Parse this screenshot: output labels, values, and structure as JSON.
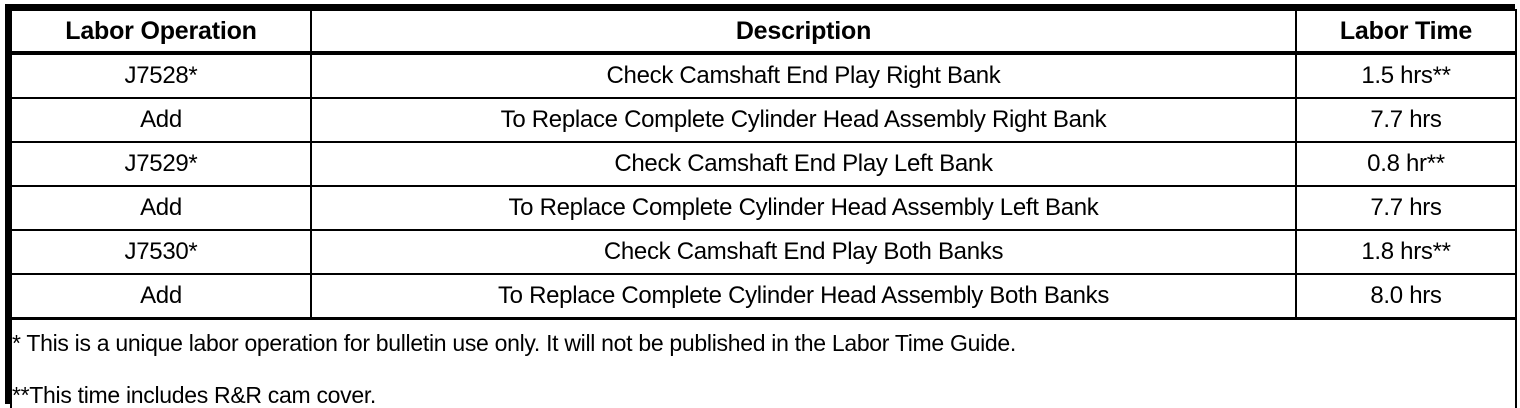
{
  "table": {
    "columns": [
      {
        "key": "labor_operation",
        "header": "Labor Operation"
      },
      {
        "key": "description",
        "header": "Description"
      },
      {
        "key": "labor_time",
        "header": "Labor Time"
      }
    ],
    "rows": [
      {
        "labor_operation": "J7528*",
        "description": "Check Camshaft End Play Right Bank",
        "labor_time": "1.5 hrs**"
      },
      {
        "labor_operation": "Add",
        "description": "To Replace Complete Cylinder Head Assembly Right Bank",
        "labor_time": "7.7 hrs"
      },
      {
        "labor_operation": "J7529*",
        "description": "Check Camshaft End Play Left Bank",
        "labor_time": "0.8 hr**"
      },
      {
        "labor_operation": "Add",
        "description": "To Replace Complete Cylinder Head Assembly Left Bank",
        "labor_time": "7.7 hrs"
      },
      {
        "labor_operation": "J7530*",
        "description": "Check Camshaft End Play Both Banks",
        "labor_time": "1.8 hrs**"
      },
      {
        "labor_operation": "Add",
        "description": "To Replace Complete Cylinder Head Assembly Both Banks",
        "labor_time": "8.0 hrs"
      }
    ],
    "footnotes": [
      "* This is a unique labor operation for bulletin use only. It will not be published in the Labor Time Guide.",
      "**This time includes R&R cam cover."
    ]
  },
  "colors": {
    "border": "#000000",
    "text": "#000000",
    "background": "#ffffff"
  }
}
